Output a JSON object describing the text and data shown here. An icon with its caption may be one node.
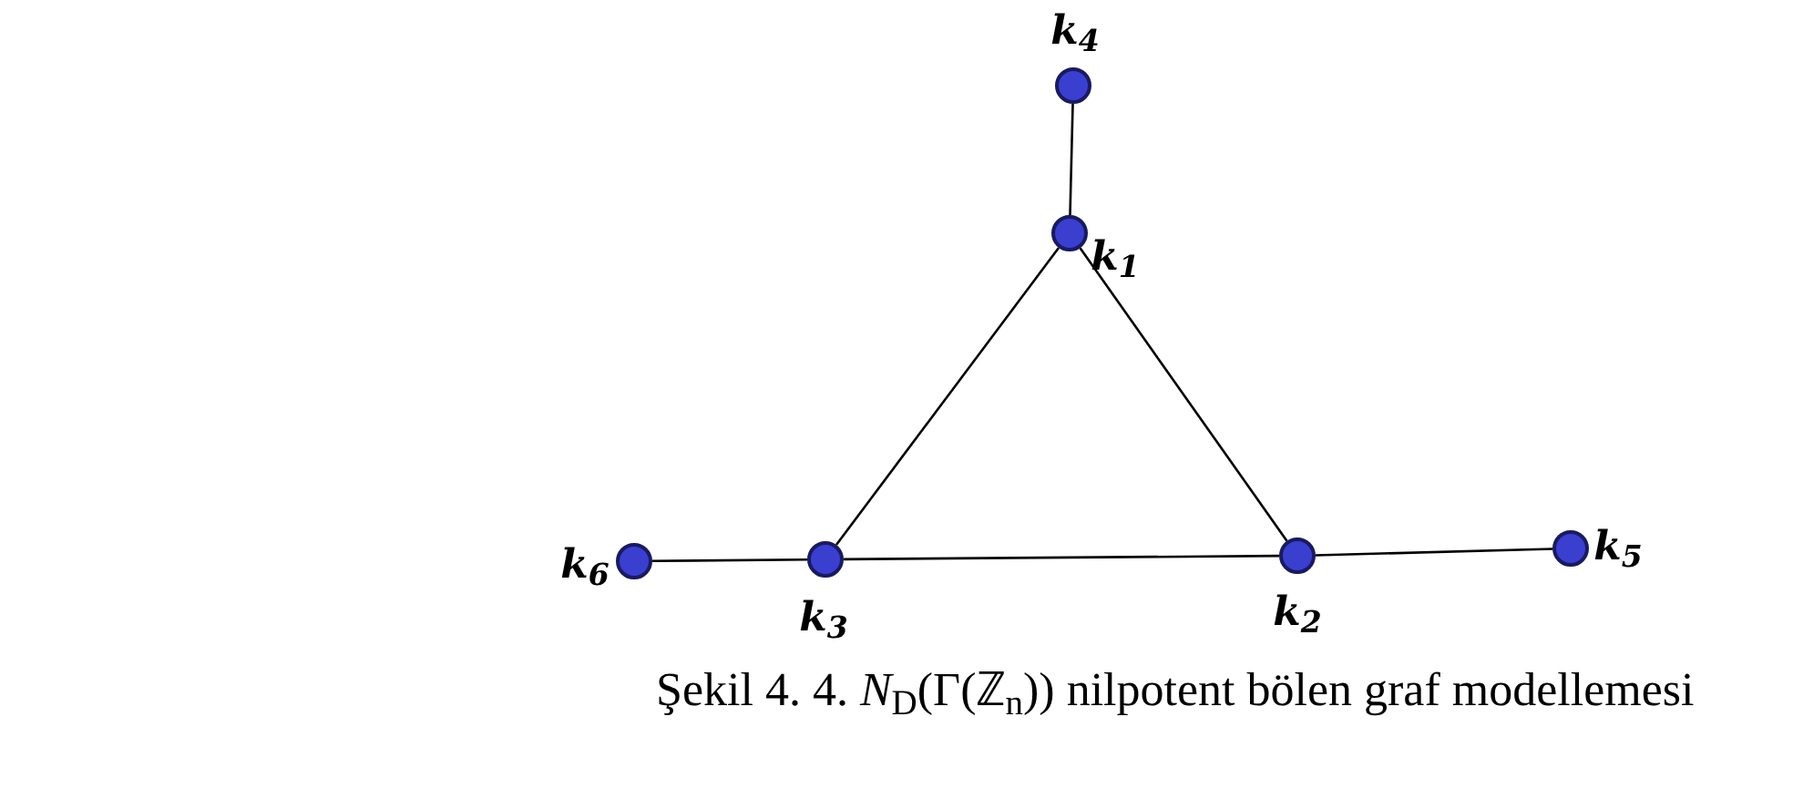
{
  "diagram": {
    "caption": "Şekil 4. 4. *N*$_{D}$(Γ(ℤ$_{n}$)) nilpotent bölen graf modellemesi",
    "nodes": [
      {
        "text": [],
        "shape": "circle",
        "beside": [
          "k$_{4}$"
        ]
      },
      {
        "text": [],
        "shape": "circle",
        "beside": [
          "k$_{1}$"
        ]
      },
      {
        "text": [],
        "shape": "circle",
        "beside": [
          "k$_{6}$"
        ]
      },
      {
        "text": [],
        "shape": "circle",
        "beside": [
          "k$_{3}$"
        ]
      },
      {
        "text": [],
        "shape": "circle",
        "beside": [
          "k$_{2}$"
        ]
      },
      {
        "text": [],
        "shape": "circle",
        "beside": [
          "k$_{5}$"
        ]
      }
    ],
    "edges": [
      {
        "from": 0,
        "to": 1,
        "arrow": "none"
      },
      {
        "from": 1,
        "to": 3,
        "arrow": "none"
      },
      {
        "from": 1,
        "to": 4,
        "arrow": "none"
      },
      {
        "from": 2,
        "to": 3,
        "arrow": "none"
      },
      {
        "from": 3,
        "to": 4,
        "arrow": "none"
      },
      {
        "from": 4,
        "to": 5,
        "arrow": "none"
      }
    ]
  }
}
